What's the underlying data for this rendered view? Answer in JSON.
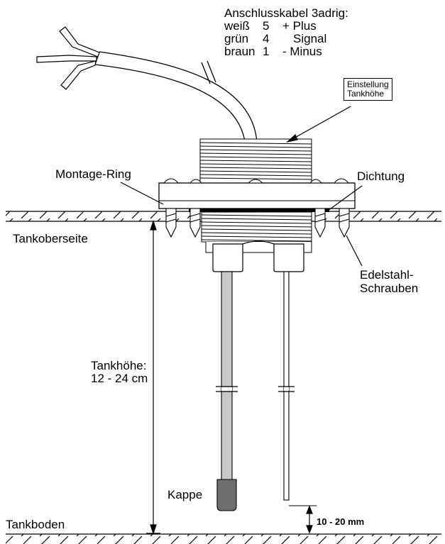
{
  "cable": {
    "title": "Anschlusskabel 3adrig:",
    "rows": [
      {
        "color": "weiß",
        "pin": "5",
        "function": "+ Plus"
      },
      {
        "color": "grün",
        "pin": "4",
        "function": "Signal"
      },
      {
        "color": "braun",
        "pin": "1",
        "function": "- Minus"
      }
    ]
  },
  "labels": {
    "setting_line1": "Einstellung",
    "setting_line2": "Tankhöhe",
    "mounting_ring": "Montage-Ring",
    "seal": "Dichtung",
    "tank_top": "Tankoberseite",
    "screws_line1": "Edelstahl-",
    "screws_line2": "Schrauben",
    "height_line1": "Tankhöhe:",
    "height_line2": "12 - 24 cm",
    "cap": "Kappe",
    "tank_bottom": "Tankboden",
    "gap": "10 - 20 mm"
  },
  "colors": {
    "ink": "#000000",
    "probe_gray": "#c8c8c8",
    "cap_gray": "#6e6e6e"
  }
}
